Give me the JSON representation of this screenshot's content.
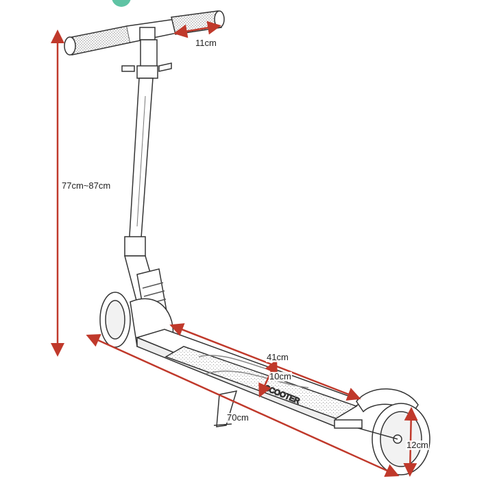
{
  "dimensions": {
    "handle_width": "11cm",
    "height_range": "77cm~87cm",
    "deck_length": "41cm",
    "deck_width": "10cm",
    "total_length": "70cm",
    "wheel_diameter": "12cm"
  },
  "deck_brand_text": "SCOOTER",
  "colors": {
    "dimension_line": "#c0392b",
    "outline": "#333333",
    "badge": "#5fc3a4"
  }
}
